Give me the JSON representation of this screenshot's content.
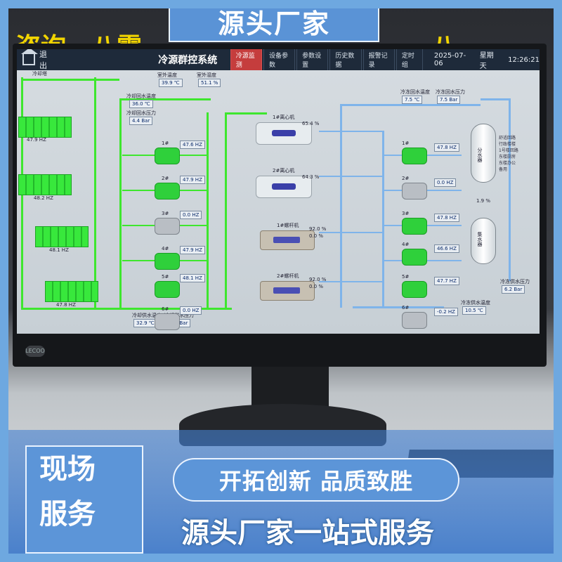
{
  "banner": {
    "top_title": "源头厂家",
    "yellow_left": "咨询一八零",
    "yellow_right": "一八一"
  },
  "monitor": {
    "brand": "LECOO"
  },
  "scada": {
    "exit_label": "退出",
    "title": "冷源群控系统",
    "tabs": [
      {
        "label": "冷源监测",
        "active": true
      },
      {
        "label": "设备参数",
        "active": false
      },
      {
        "label": "参数设置",
        "active": false
      },
      {
        "label": "历史数据",
        "active": false
      },
      {
        "label": "报警记录",
        "active": false
      },
      {
        "label": "定时组",
        "active": false
      }
    ],
    "date": "2025-07-06",
    "weekday": "星期天",
    "time": "12:26:21",
    "tower_label": "冷却塔",
    "top_readings": [
      {
        "label": "室外温度",
        "value": "39.9 ℃"
      },
      {
        "label": "室外湿度",
        "value": "51.1 %"
      }
    ],
    "cooling_water": {
      "out_temp_label": "冷却回水温度",
      "out_temp": "36.0 ℃",
      "pressure_label": "冷却回水压力",
      "pressure": "4.4 Bar",
      "supply_temp_label": "冷却供水温度",
      "supply_temp": "32.9 ℃",
      "supply_pressure_label": "冷却供水压力",
      "supply_pressure": "3.3 Bar"
    },
    "chilled_water": {
      "return_temp_label": "冷冻回水温度",
      "return_temp": "7.5 ℃",
      "return_pressure_label": "冷冻回水压力",
      "return_pressure": "7.5 Bar",
      "supply_temp_label": "冷冻供水温度",
      "supply_temp": "10.5 ℃",
      "supply_pressure_label": "冷冻供水压力",
      "supply_pressure": "6.2 Bar"
    },
    "tower_hz": [
      "47.9 HZ",
      "48.2 HZ",
      "48.1 HZ",
      "47.8 HZ"
    ],
    "cooling_pumps": [
      {
        "name": "1#",
        "hz": "47.6 HZ",
        "running": true
      },
      {
        "name": "2#",
        "hz": "47.9 HZ",
        "running": true
      },
      {
        "name": "3#",
        "hz": "0.0 HZ",
        "running": false
      },
      {
        "name": "4#",
        "hz": "47.9 HZ",
        "running": true
      },
      {
        "name": "5#",
        "hz": "48.1 HZ",
        "running": true
      },
      {
        "name": "6#",
        "hz": "0.0 HZ",
        "running": false
      }
    ],
    "chillers": [
      {
        "name": "1#离心机",
        "load": "65.4 %"
      },
      {
        "name": "2#离心机",
        "load": "64.3 %"
      },
      {
        "name": "1#螺杆机",
        "load": "92.0 %",
        "load2": "0.0 %"
      },
      {
        "name": "2#螺杆机",
        "load": "92.0 %",
        "load2": "0.0 %"
      }
    ],
    "chilled_pumps": [
      {
        "name": "1#",
        "hz": "47.8 HZ",
        "running": true
      },
      {
        "name": "2#",
        "hz": "0.0 HZ",
        "running": false
      },
      {
        "name": "3#",
        "hz": "47.8 HZ",
        "running": true
      },
      {
        "name": "4#",
        "hz": "46.6 HZ",
        "running": true
      },
      {
        "name": "5#",
        "hz": "47.7 HZ",
        "running": true
      },
      {
        "name": "6#",
        "hz": "-0.2 HZ",
        "running": false
      }
    ],
    "tank_top": "分水器",
    "tank_bottom": "集水器",
    "bypass": "1.9 %",
    "legend": [
      "舒适回路",
      "行政楼楼",
      "1号楼回路",
      "东楼厨房",
      "东楼办公",
      "备用"
    ]
  },
  "bottom": {
    "left_line1": "现场",
    "left_line2": "服务",
    "pill": "开拓创新  品质致胜",
    "slogan": "源头厂家一站式服务"
  },
  "colors": {
    "banner_blue": "#5c95d8",
    "yellow_text": "#f1d400",
    "pipe_green": "#3ee62e",
    "pipe_blue": "#7fb4ea",
    "active_tab": "#c53d3d"
  }
}
